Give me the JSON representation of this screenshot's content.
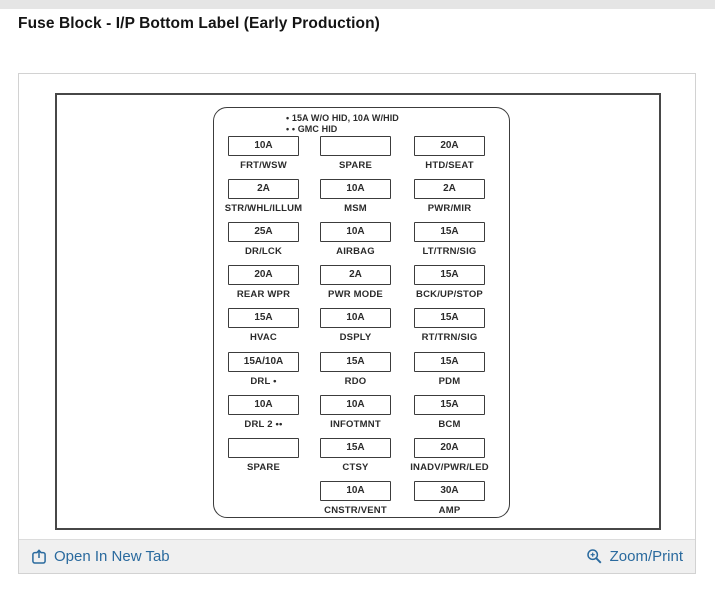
{
  "page": {
    "title": "Fuse Block - I/P Bottom Label (Early Production)"
  },
  "diagram": {
    "notes": [
      "• 15A W/O HID, 10A W/HID",
      "• • GMC HID"
    ],
    "fuses": [
      {
        "row": 1,
        "col": 1,
        "amp": "10A",
        "label": "FRT/WSW"
      },
      {
        "row": 1,
        "col": 2,
        "amp": "",
        "label": "SPARE"
      },
      {
        "row": 1,
        "col": 3,
        "amp": "20A",
        "label": "HTD/SEAT"
      },
      {
        "row": 2,
        "col": 1,
        "amp": "2A",
        "label": "STR/WHL/ILLUM"
      },
      {
        "row": 2,
        "col": 2,
        "amp": "10A",
        "label": "MSM"
      },
      {
        "row": 2,
        "col": 3,
        "amp": "2A",
        "label": "PWR/MIR"
      },
      {
        "row": 3,
        "col": 1,
        "amp": "25A",
        "label": "DR/LCK"
      },
      {
        "row": 3,
        "col": 2,
        "amp": "10A",
        "label": "AIRBAG"
      },
      {
        "row": 3,
        "col": 3,
        "amp": "15A",
        "label": "LT/TRN/SIG"
      },
      {
        "row": 4,
        "col": 1,
        "amp": "20A",
        "label": "REAR WPR"
      },
      {
        "row": 4,
        "col": 2,
        "amp": "2A",
        "label": "PWR MODE"
      },
      {
        "row": 4,
        "col": 3,
        "amp": "15A",
        "label": "BCK/UP/STOP"
      },
      {
        "row": 5,
        "col": 1,
        "amp": "15A",
        "label": "HVAC"
      },
      {
        "row": 5,
        "col": 2,
        "amp": "10A",
        "label": "DSPLY"
      },
      {
        "row": 5,
        "col": 3,
        "amp": "15A",
        "label": "RT/TRN/SIG"
      },
      {
        "row": 6,
        "col": 1,
        "amp": "15A/10A",
        "label": "DRL •"
      },
      {
        "row": 6,
        "col": 2,
        "amp": "15A",
        "label": "RDO"
      },
      {
        "row": 6,
        "col": 3,
        "amp": "15A",
        "label": "PDM"
      },
      {
        "row": 7,
        "col": 1,
        "amp": "10A",
        "label": "DRL 2 ••"
      },
      {
        "row": 7,
        "col": 2,
        "amp": "10A",
        "label": "INFOTMNT"
      },
      {
        "row": 7,
        "col": 3,
        "amp": "15A",
        "label": "BCM"
      },
      {
        "row": 8,
        "col": 1,
        "amp": "",
        "label": "SPARE"
      },
      {
        "row": 8,
        "col": 2,
        "amp": "15A",
        "label": "CTSY"
      },
      {
        "row": 8,
        "col": 3,
        "amp": "20A",
        "label": "INADV/PWR/LED"
      },
      {
        "row": 9,
        "col": 2,
        "amp": "10A",
        "label": "CNSTR/VENT"
      },
      {
        "row": 9,
        "col": 3,
        "amp": "30A",
        "label": "AMP"
      }
    ]
  },
  "footer": {
    "open_in_new_tab": "Open In New Tab",
    "zoom_print": "Zoom/Print"
  },
  "colors": {
    "link_blue": "#2a6a9e",
    "diagram_ink": "#2b2b2b"
  }
}
